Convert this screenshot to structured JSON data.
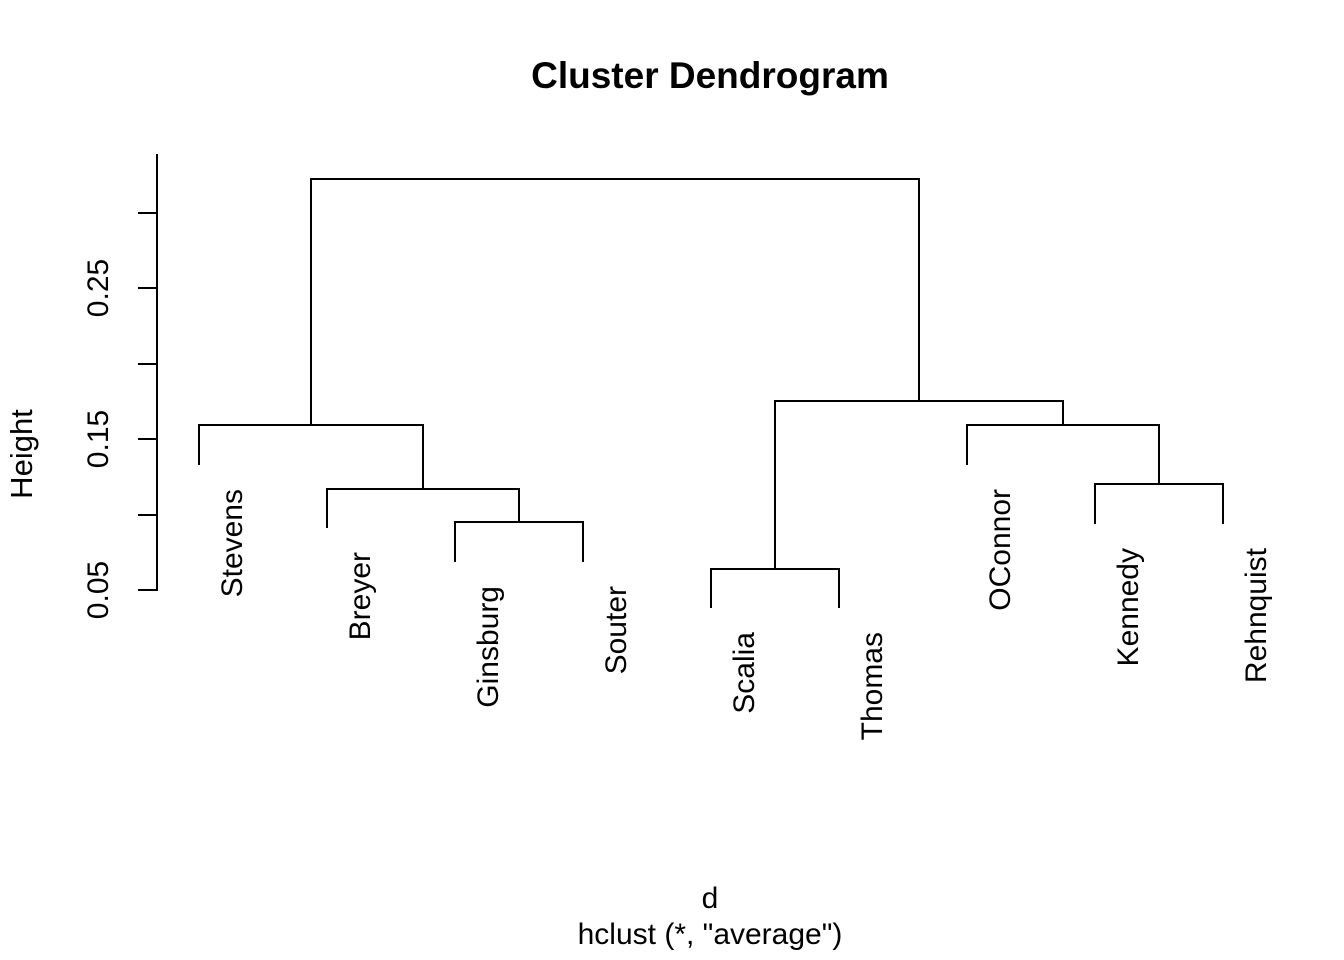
{
  "title": "Cluster Dendrogram",
  "y_axis": {
    "label": "Height",
    "tick_values": [
      0.05,
      0.1,
      0.15,
      0.2,
      0.25,
      0.3
    ],
    "labeled_ticks": [
      "0.05",
      "0.15",
      "0.25"
    ],
    "labeled_tick_values": [
      0.05,
      0.15,
      0.25
    ]
  },
  "x_axis": {
    "caption_line1": "d",
    "caption_line2": "hclust (*, \"average\")"
  },
  "colors": {
    "line": "#000000",
    "text": "#000000",
    "background": "#ffffff"
  },
  "chart_data": {
    "type": "dendrogram",
    "title": "Cluster Dendrogram",
    "ylabel": "Height",
    "xlabel": "d",
    "sub_caption": "hclust (*, \"average\")",
    "ylim_shown": [
      0.05,
      0.33
    ],
    "leaves": [
      "Stevens",
      "Breyer",
      "Ginsburg",
      "Souter",
      "Scalia",
      "Thomas",
      "OConnor",
      "Kennedy",
      "Rehnquist"
    ],
    "merges": [
      {
        "id": "m1",
        "a": "Ginsburg",
        "b": "Souter",
        "height": 0.095
      },
      {
        "id": "m2",
        "a": "Breyer",
        "b": "m1",
        "height": 0.117
      },
      {
        "id": "m3",
        "a": "Stevens",
        "b": "m2",
        "height": 0.159
      },
      {
        "id": "m4",
        "a": "Scalia",
        "b": "Thomas",
        "height": 0.064
      },
      {
        "id": "m5",
        "a": "Kennedy",
        "b": "Rehnquist",
        "height": 0.12
      },
      {
        "id": "m6",
        "a": "OConnor",
        "b": "m5",
        "height": 0.159
      },
      {
        "id": "m7",
        "a": "m4",
        "b": "m6",
        "height": 0.175
      },
      {
        "id": "m8",
        "a": "m3",
        "b": "m7",
        "height": 0.322
      }
    ],
    "leaf_hang": 0.0255,
    "grid": false,
    "legend": false
  }
}
